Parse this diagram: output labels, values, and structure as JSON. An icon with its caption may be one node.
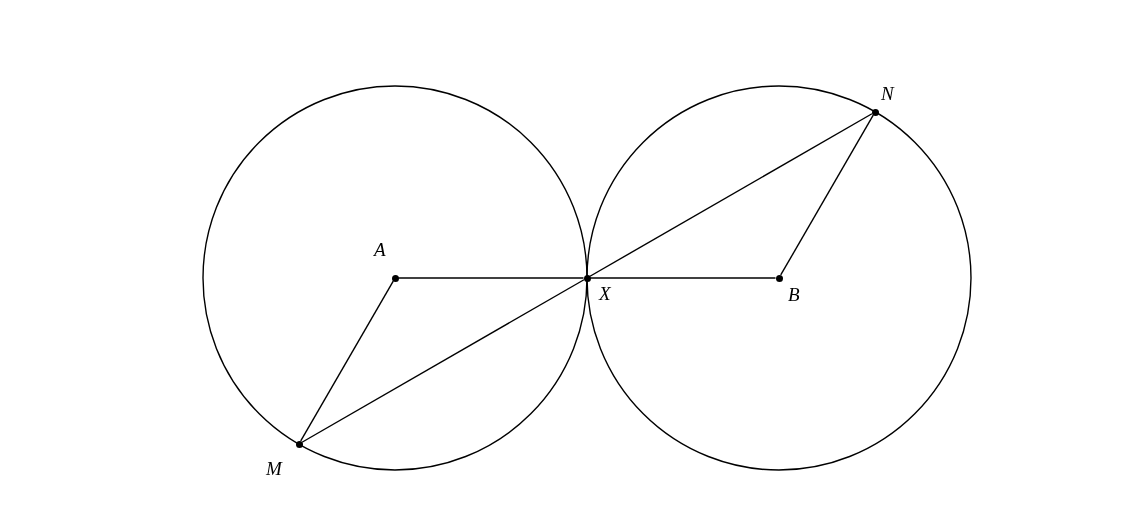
{
  "diagram": {
    "nodes": [
      {
        "text": [
          "A"
        ]
      },
      {
        "text": [
          "X"
        ]
      },
      {
        "text": [
          "B"
        ]
      },
      {
        "text": [
          "M"
        ]
      },
      {
        "text": [
          "N"
        ]
      }
    ],
    "edges": [
      {
        "from": 0,
        "to": 1,
        "arrow": "none"
      },
      {
        "from": 1,
        "to": 2,
        "arrow": "none"
      },
      {
        "from": 0,
        "to": 3,
        "arrow": "none"
      },
      {
        "from": 3,
        "to": 1,
        "arrow": "none"
      },
      {
        "from": 1,
        "to": 4,
        "arrow": "none"
      },
      {
        "from": 2,
        "to": 4,
        "arrow": "none"
      }
    ]
  }
}
